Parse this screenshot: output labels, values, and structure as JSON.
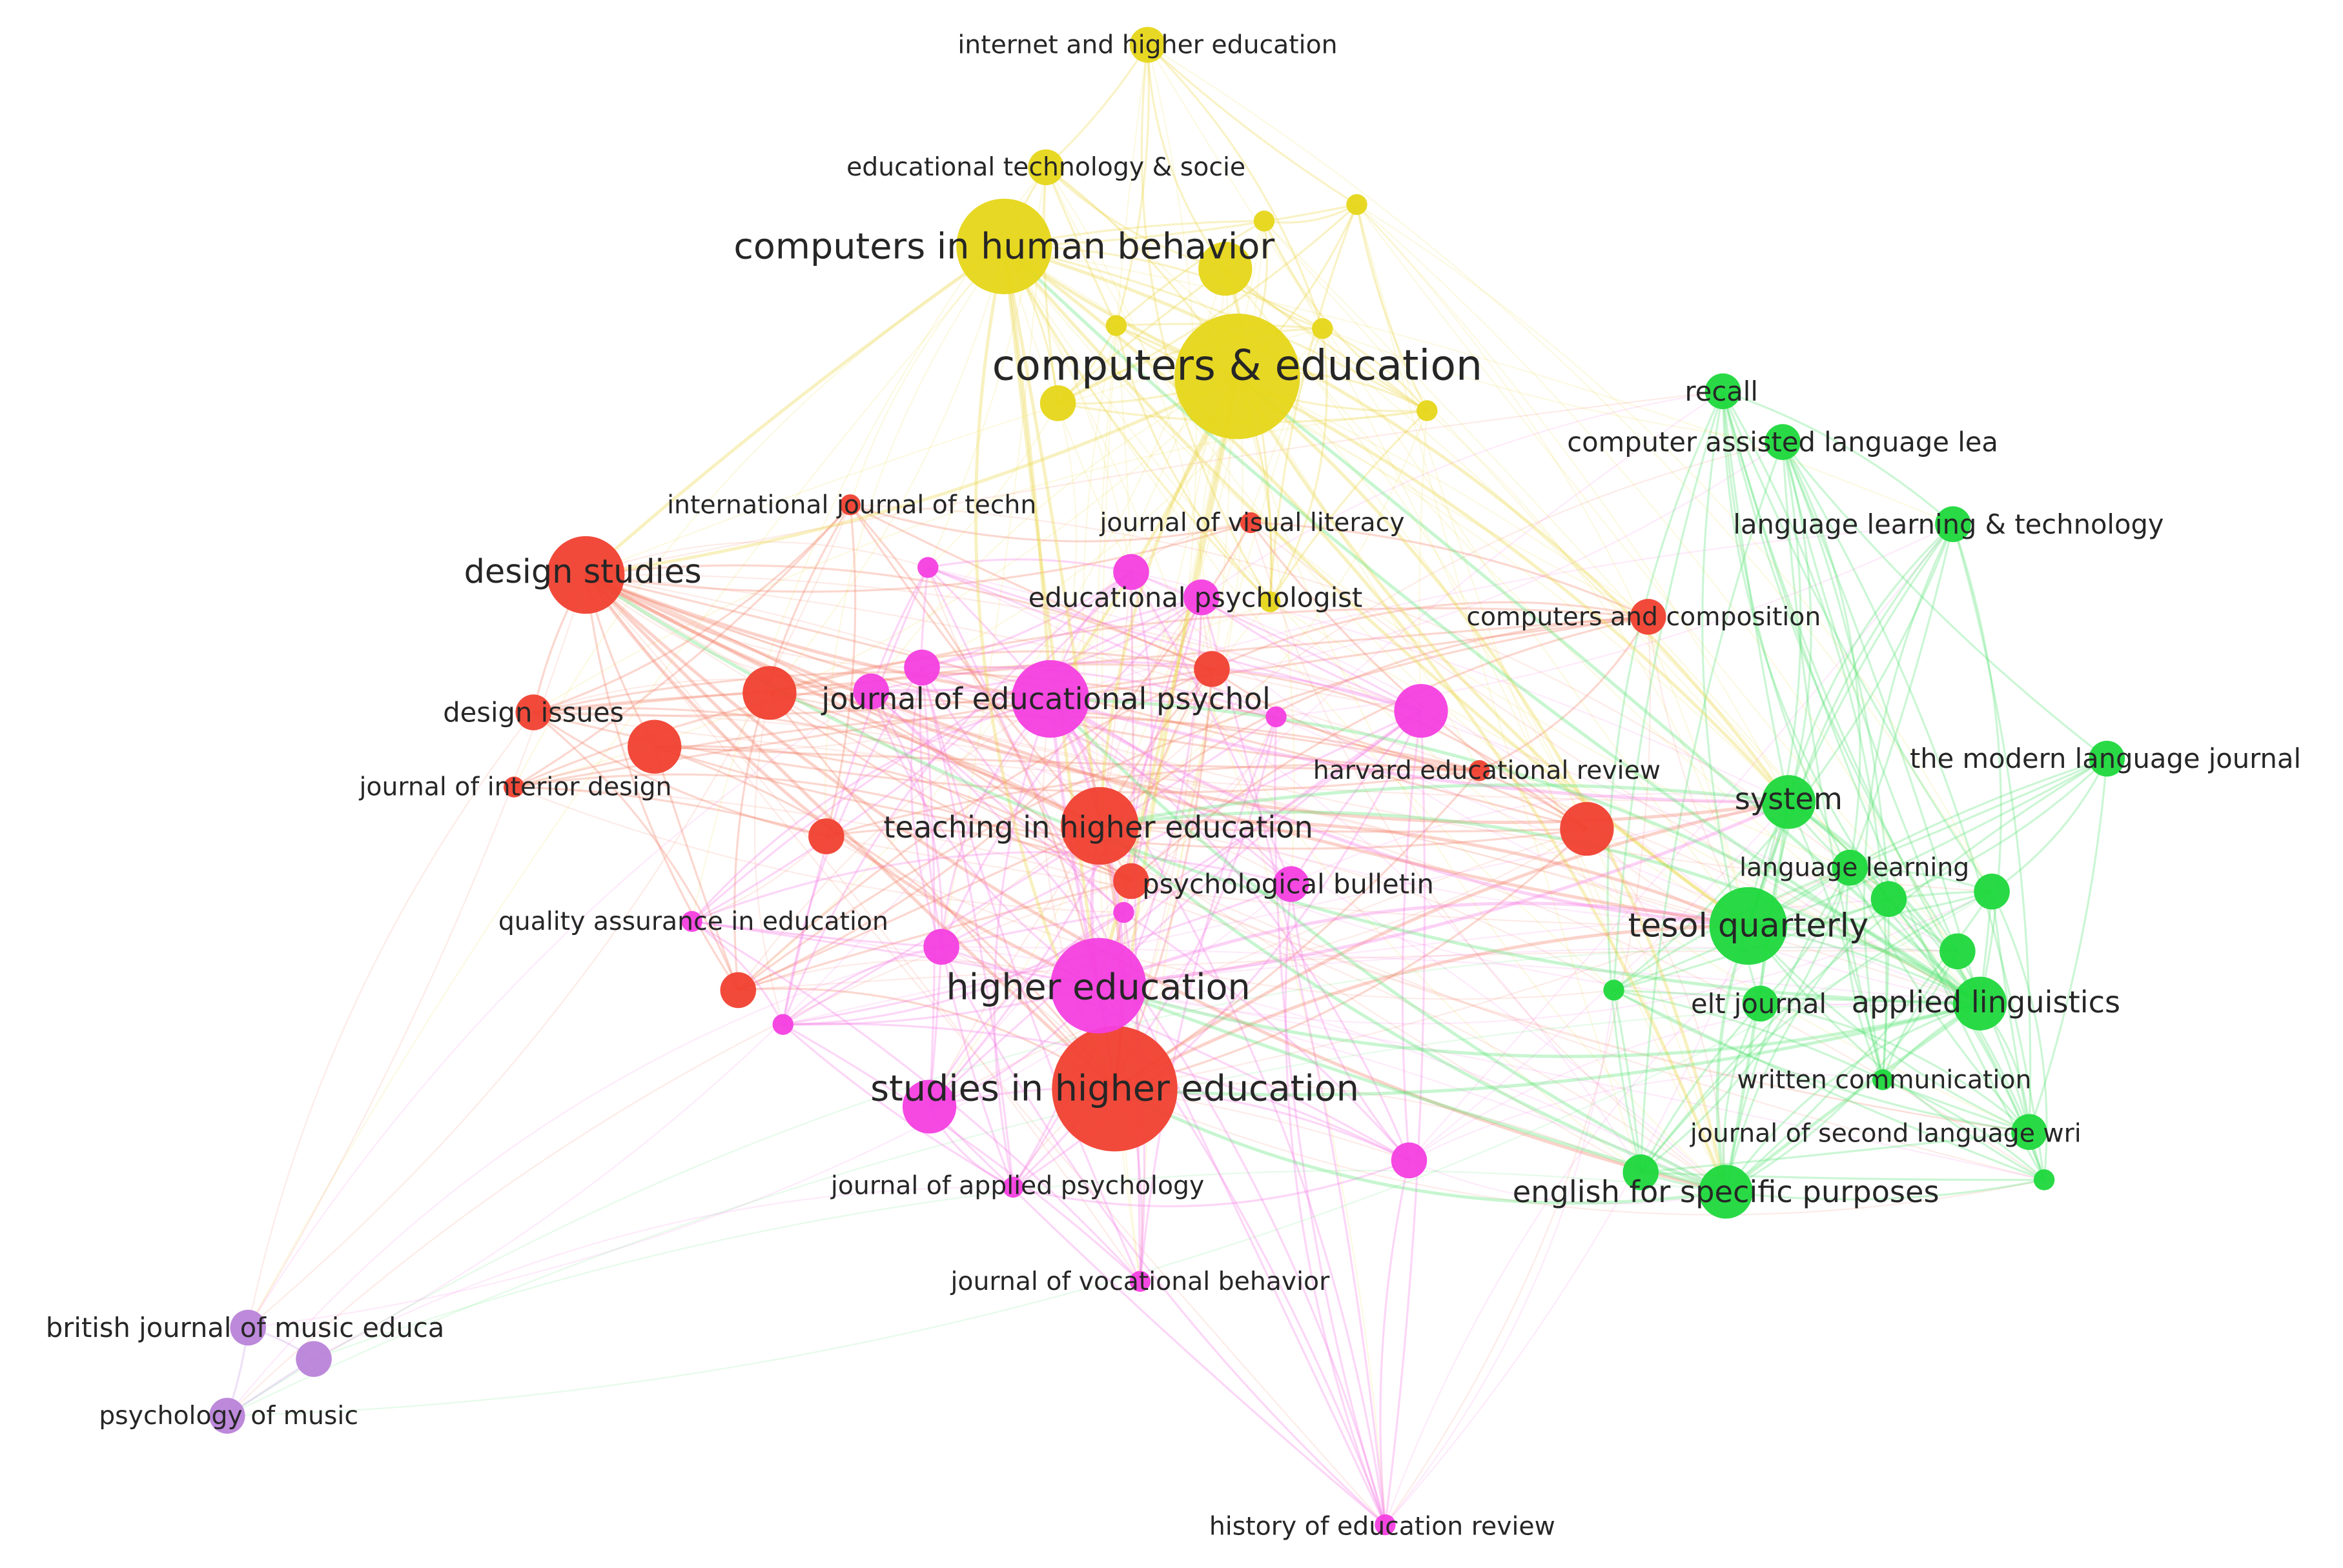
{
  "clusters": {
    "yellow": "#e6d619",
    "red": "#f04030",
    "magenta": "#f43fe0",
    "green": "#1ed83c",
    "purple": "#b983d9"
  },
  "edge_colors": {
    "yellow": "#ecd84a",
    "red": "#f4826a",
    "magenta": "#f77ee6",
    "green": "#5ee478",
    "purple": "#c9a3e2"
  },
  "nodes": [
    {
      "id": "cihb",
      "label": "computers in human behavior",
      "cluster": "yellow",
      "weight": 5
    },
    {
      "id": "ce",
      "label": "computers & education",
      "cluster": "yellow",
      "weight": 6
    },
    {
      "id": "ihe",
      "label": "internet and higher education",
      "cluster": "yellow",
      "weight": 2
    },
    {
      "id": "ets",
      "label": "educational technology & socie",
      "cluster": "yellow",
      "weight": 2
    },
    {
      "id": "y1",
      "label": "",
      "cluster": "yellow",
      "weight": 3
    },
    {
      "id": "y2",
      "label": "",
      "cluster": "yellow",
      "weight": 1
    },
    {
      "id": "y3",
      "label": "",
      "cluster": "yellow",
      "weight": 1
    },
    {
      "id": "y4",
      "label": "",
      "cluster": "yellow",
      "weight": 1
    },
    {
      "id": "y5",
      "label": "",
      "cluster": "yellow",
      "weight": 1
    },
    {
      "id": "y6",
      "label": "",
      "cluster": "yellow",
      "weight": 2
    },
    {
      "id": "y7",
      "label": "",
      "cluster": "yellow",
      "weight": 1
    },
    {
      "id": "y8",
      "label": "",
      "cluster": "yellow",
      "weight": 1
    },
    {
      "id": "ds",
      "label": "design studies",
      "cluster": "red",
      "weight": 4
    },
    {
      "id": "dis",
      "label": "design issues",
      "cluster": "red",
      "weight": 2
    },
    {
      "id": "jid",
      "label": "journal of interior design",
      "cluster": "red",
      "weight": 1
    },
    {
      "id": "ijt",
      "label": "international journal of techn",
      "cluster": "red",
      "weight": 1
    },
    {
      "id": "jvl",
      "label": "journal of visual literacy",
      "cluster": "red",
      "weight": 1
    },
    {
      "id": "cac",
      "label": "computers and composition",
      "cluster": "red",
      "weight": 2
    },
    {
      "id": "her",
      "label": "harvard educational review",
      "cluster": "red",
      "weight": 1
    },
    {
      "id": "tihe",
      "label": "teaching in higher education",
      "cluster": "red",
      "weight": 4
    },
    {
      "id": "sihe",
      "label": "studies in higher education",
      "cluster": "red",
      "weight": 6
    },
    {
      "id": "r1",
      "label": "",
      "cluster": "red",
      "weight": 3
    },
    {
      "id": "r2",
      "label": "",
      "cluster": "red",
      "weight": 3
    },
    {
      "id": "r3",
      "label": "",
      "cluster": "red",
      "weight": 2
    },
    {
      "id": "r4",
      "label": "",
      "cluster": "red",
      "weight": 2
    },
    {
      "id": "r5",
      "label": "",
      "cluster": "red",
      "weight": 3
    },
    {
      "id": "r6",
      "label": "",
      "cluster": "red",
      "weight": 2
    },
    {
      "id": "r7",
      "label": "",
      "cluster": "red",
      "weight": 2
    },
    {
      "id": "jep",
      "label": "journal of educational psychol",
      "cluster": "magenta",
      "weight": 4
    },
    {
      "id": "ep",
      "label": "educational psychologist",
      "cluster": "magenta",
      "weight": 2
    },
    {
      "id": "he",
      "label": "higher education",
      "cluster": "magenta",
      "weight": 5
    },
    {
      "id": "pb",
      "label": "psychological bulletin",
      "cluster": "magenta",
      "weight": 2
    },
    {
      "id": "qae",
      "label": "quality assurance in education",
      "cluster": "magenta",
      "weight": 1
    },
    {
      "id": "jap",
      "label": "journal of applied psychology",
      "cluster": "magenta",
      "weight": 1
    },
    {
      "id": "jvb",
      "label": "journal of vocational behavior",
      "cluster": "magenta",
      "weight": 1
    },
    {
      "id": "hoer",
      "label": "history of education review",
      "cluster": "magenta",
      "weight": 1
    },
    {
      "id": "m1",
      "label": "",
      "cluster": "magenta",
      "weight": 1
    },
    {
      "id": "m2",
      "label": "",
      "cluster": "magenta",
      "weight": 2
    },
    {
      "id": "m3",
      "label": "",
      "cluster": "magenta",
      "weight": 2
    },
    {
      "id": "m4",
      "label": "",
      "cluster": "magenta",
      "weight": 3
    },
    {
      "id": "m5",
      "label": "",
      "cluster": "magenta",
      "weight": 2
    },
    {
      "id": "m6",
      "label": "",
      "cluster": "magenta",
      "weight": 1
    },
    {
      "id": "m7",
      "label": "",
      "cluster": "magenta",
      "weight": 2
    },
    {
      "id": "m8",
      "label": "",
      "cluster": "magenta",
      "weight": 3
    },
    {
      "id": "m9",
      "label": "",
      "cluster": "magenta",
      "weight": 1
    },
    {
      "id": "m10",
      "label": "",
      "cluster": "magenta",
      "weight": 2
    },
    {
      "id": "m11",
      "label": "",
      "cluster": "magenta",
      "weight": 1
    },
    {
      "id": "recall",
      "label": "recall",
      "cluster": "green",
      "weight": 2
    },
    {
      "id": "call",
      "label": "computer assisted language lea",
      "cluster": "green",
      "weight": 2
    },
    {
      "id": "llt",
      "label": "language learning & technology",
      "cluster": "green",
      "weight": 2
    },
    {
      "id": "mlj",
      "label": "the modern language journal",
      "cluster": "green",
      "weight": 2
    },
    {
      "id": "system",
      "label": "system",
      "cluster": "green",
      "weight": 3
    },
    {
      "id": "ll",
      "label": "language learning",
      "cluster": "green",
      "weight": 2
    },
    {
      "id": "tq",
      "label": "tesol quarterly",
      "cluster": "green",
      "weight": 4
    },
    {
      "id": "eltj",
      "label": "elt journal",
      "cluster": "green",
      "weight": 2
    },
    {
      "id": "al",
      "label": "applied linguistics",
      "cluster": "green",
      "weight": 3
    },
    {
      "id": "wc",
      "label": "written communication",
      "cluster": "green",
      "weight": 1
    },
    {
      "id": "jslw",
      "label": "journal of second language wri",
      "cluster": "green",
      "weight": 2
    },
    {
      "id": "esp",
      "label": "english for specific purposes",
      "cluster": "green",
      "weight": 3
    },
    {
      "id": "g1",
      "label": "",
      "cluster": "green",
      "weight": 2
    },
    {
      "id": "g2",
      "label": "",
      "cluster": "green",
      "weight": 2
    },
    {
      "id": "g3",
      "label": "",
      "cluster": "green",
      "weight": 2
    },
    {
      "id": "g4",
      "label": "",
      "cluster": "green",
      "weight": 1
    },
    {
      "id": "g5",
      "label": "",
      "cluster": "green",
      "weight": 1
    },
    {
      "id": "g6",
      "label": "",
      "cluster": "green",
      "weight": 2
    },
    {
      "id": "bjme",
      "label": "british journal of music educa",
      "cluster": "purple",
      "weight": 2
    },
    {
      "id": "pom",
      "label": "psychology of music",
      "cluster": "purple",
      "weight": 2
    },
    {
      "id": "p1",
      "label": "",
      "cluster": "purple",
      "weight": 2
    }
  ]
}
